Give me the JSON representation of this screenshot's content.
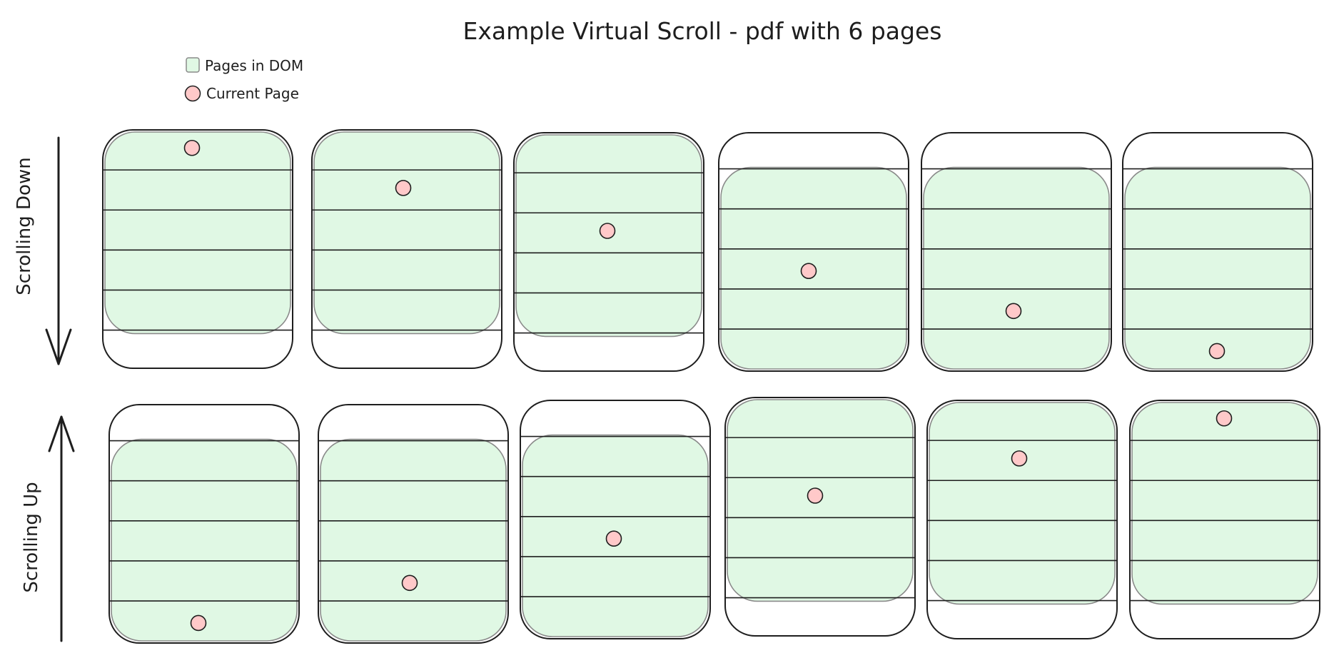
{
  "title": "Example Virtual Scroll - pdf with 6 pages",
  "legend": {
    "dom_label": "Pages in DOM",
    "current_label": "Current Page"
  },
  "colors": {
    "dom_fill": "#e0f8e4",
    "dom_stroke": "#8a8a8a",
    "current_fill": "#ffc9c9",
    "stroke": "#1e1e1e"
  },
  "page_count": 6,
  "rows": [
    {
      "label": "Scrolling Down",
      "direction": "down",
      "steps": [
        {
          "dom_pages": [
            1,
            5
          ],
          "current_page": 1
        },
        {
          "dom_pages": [
            1,
            5
          ],
          "current_page": 2
        },
        {
          "dom_pages": [
            1,
            5
          ],
          "current_page": 3
        },
        {
          "dom_pages": [
            2,
            6
          ],
          "current_page": 4
        },
        {
          "dom_pages": [
            2,
            6
          ],
          "current_page": 5
        },
        {
          "dom_pages": [
            2,
            6
          ],
          "current_page": 6
        }
      ]
    },
    {
      "label": "Scrolling Up",
      "direction": "up",
      "steps": [
        {
          "dom_pages": [
            2,
            6
          ],
          "current_page": 6
        },
        {
          "dom_pages": [
            2,
            6
          ],
          "current_page": 5
        },
        {
          "dom_pages": [
            2,
            6
          ],
          "current_page": 4
        },
        {
          "dom_pages": [
            1,
            5
          ],
          "current_page": 3
        },
        {
          "dom_pages": [
            1,
            5
          ],
          "current_page": 2
        },
        {
          "dom_pages": [
            1,
            5
          ],
          "current_page": 1
        }
      ]
    }
  ]
}
